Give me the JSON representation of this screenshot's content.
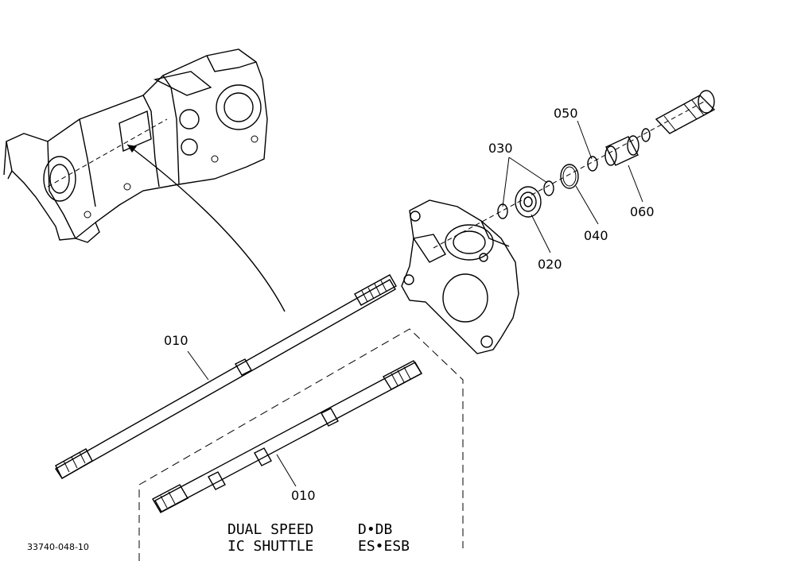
{
  "labels": {
    "p010_upper": "010",
    "p010_lower": "010",
    "p020": "020",
    "p030": "030",
    "p040": "040",
    "p050": "050",
    "p060": "060"
  },
  "caption": {
    "line1_left": "DUAL SPEED",
    "line1_right": "D•DB",
    "line2_left": "IC SHUTTLE",
    "line2_right": "ES•ESB"
  },
  "figure_number": "33740-048-10"
}
